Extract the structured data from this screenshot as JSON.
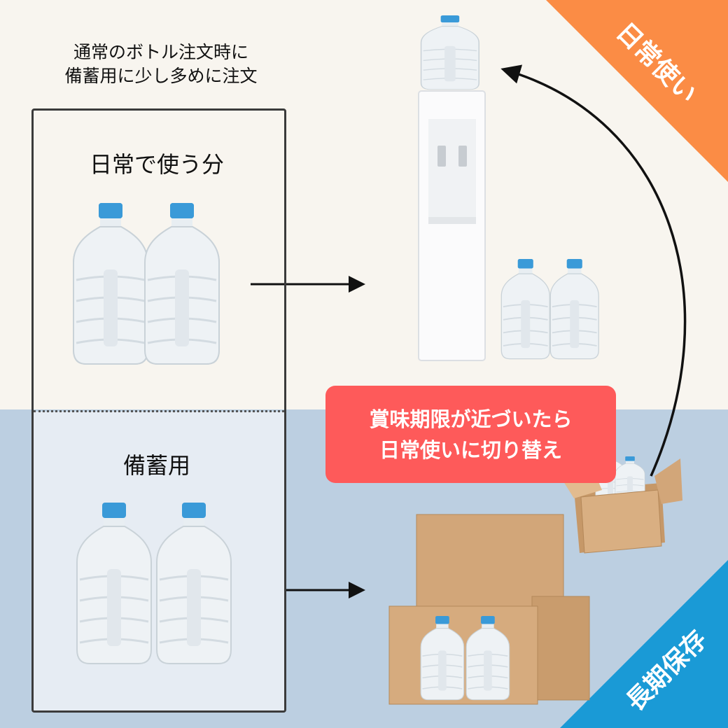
{
  "intro": {
    "line1": "通常のボトル注文時に",
    "line2": "備蓄用に少し多めに注文"
  },
  "panel": {
    "daily_label": "日常で使う分",
    "stock_label": "備蓄用"
  },
  "callout": {
    "line1": "賞味期限が近づいたら",
    "line2": "日常使いに切り替え"
  },
  "corners": {
    "daily": "日常使い",
    "storage": "長期保存"
  },
  "colors": {
    "background_top": "#f8f5ef",
    "background_bottom": "#bccfe1",
    "callout": "#fe5a5a",
    "daily_corner": "#fb8c45",
    "storage_corner": "#1a9ad6",
    "bottle_cap": "#3a9ad8",
    "cardboard": "#d2a679"
  }
}
